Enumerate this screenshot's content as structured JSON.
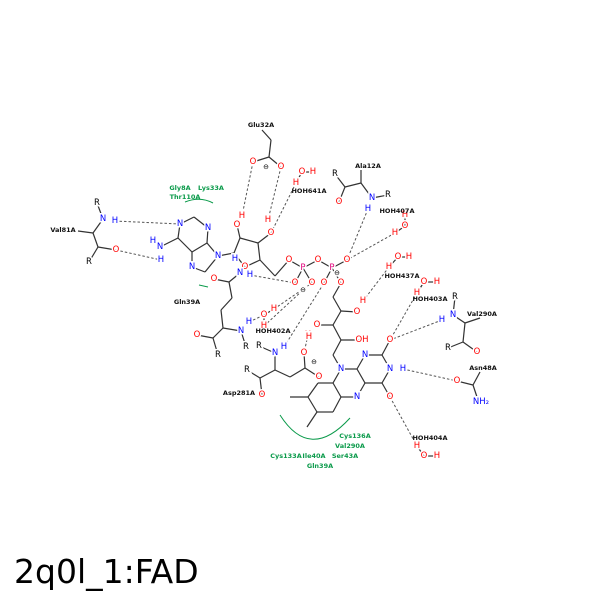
{
  "title": "2q0l_1:FAD",
  "atoms": {
    "O": "O",
    "N": "N",
    "H": "H",
    "P": "P",
    "R": "R",
    "OH": "OH",
    "NH2": "NH₂",
    "minus": "⊖"
  },
  "colors": {
    "oxygen": "#ff0000",
    "nitrogen": "#0000ff",
    "phosphorus": "#e0007a",
    "carbon": "#000000",
    "hydrophobic": "#0a9a4a"
  },
  "residues": {
    "val81": "Val81A",
    "glu32": "Glu32A",
    "ala12": "Ala12A",
    "gln39": "Gln39A",
    "asp281": "Asp281A",
    "val290": "Val290A",
    "asn48": "Asn48A"
  },
  "waters": {
    "hoh641": "HOH641A",
    "hoh407": "HOH407A",
    "hoh437": "HOH437A",
    "hoh403": "HOH403A",
    "hoh402": "HOH402A",
    "hoh404": "HOH404A"
  },
  "hydrophobic": {
    "adenine_site": [
      "Gly8A",
      "Lys33A",
      "Thr110A"
    ],
    "flavin_site": [
      "Cys136A",
      "Val290A",
      "Ser43A",
      "Cys133A",
      "Ile40A",
      "Gln39A"
    ]
  }
}
